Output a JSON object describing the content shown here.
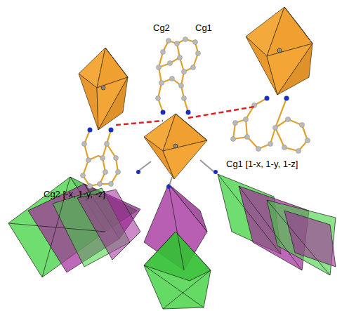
{
  "diagram": {
    "labels": [
      "Cg2",
      "Cg1",
      "Cg2 [-x, 1-y, -z]",
      "Cg1 [1-x, 1-y, 1-z]"
    ]
  }
}
